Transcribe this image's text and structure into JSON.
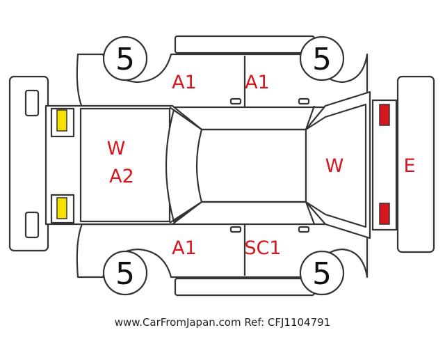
{
  "diagram": {
    "tires": {
      "front_left": "5",
      "front_right": "5",
      "rear_left": "5",
      "rear_right": "5"
    },
    "damage_marks": {
      "front_left_door": "A1",
      "rear_left_door": "A1",
      "front_right_door": "A1",
      "rear_right_door": "SC1",
      "hood_line1": "W",
      "hood_line2": "A2",
      "rear_glass": "W",
      "rear_bumper": "E"
    },
    "lamp_colors": {
      "front": "#f5e100",
      "rear": "#d8141c"
    },
    "footer": "www.CarFromJapan.com Ref: CFJ1104791"
  }
}
